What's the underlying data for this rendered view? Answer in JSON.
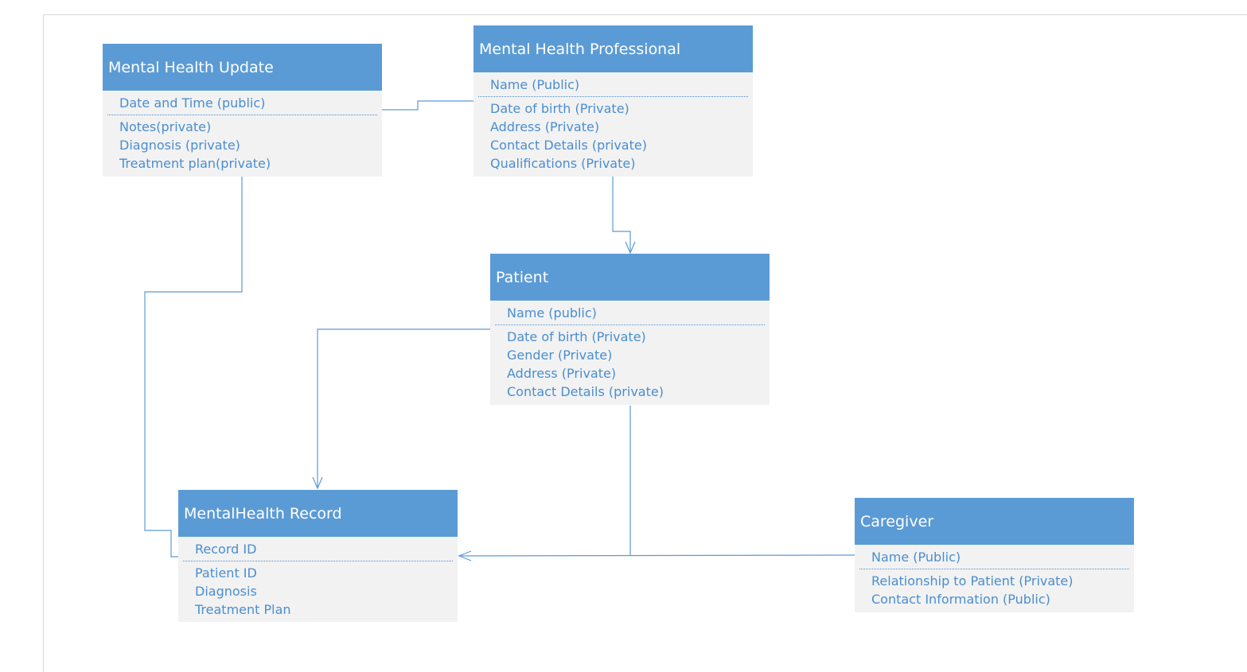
{
  "entities": [
    {
      "id": "mh-update",
      "title": "Mental Health Update",
      "key": "Date and Time (public)",
      "attributes": [
        "Notes(private)",
        "Diagnosis (private)",
        "Treatment plan(private)"
      ]
    },
    {
      "id": "mh-professional",
      "title": "Mental Health Professional",
      "key": "Name (Public)",
      "attributes": [
        "Date of birth (Private)",
        "Address (Private)",
        "Contact Details (private)",
        "Qualifications (Private)"
      ]
    },
    {
      "id": "patient",
      "title": "Patient",
      "key": "Name (public)",
      "attributes": [
        "Date of birth (Private)",
        "Gender (Private)",
        "Address (Private)",
        "Contact Details (private)"
      ]
    },
    {
      "id": "mh-record",
      "title": "MentalHealth Record",
      "key": "Record ID",
      "attributes": [
        "Patient ID",
        "Diagnosis",
        "Treatment Plan"
      ]
    },
    {
      "id": "caregiver",
      "title": "Caregiver",
      "key": "Name (Public)",
      "attributes": [
        "Relationship to Patient (Private)",
        "Contact Information (Public)"
      ]
    }
  ],
  "colors": {
    "header": "#5b9bd5",
    "body": "#f2f2f2",
    "text": "#4a8ed0",
    "line": "#5b9bd5"
  }
}
